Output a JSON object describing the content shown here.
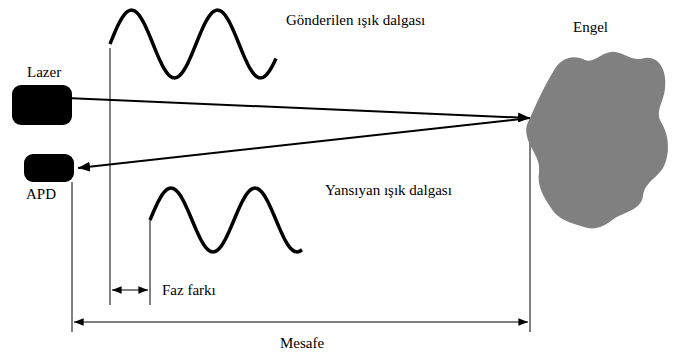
{
  "diagram": {
    "nodes": [
      {
        "text": [
          "Lazer"
        ]
      },
      {
        "text": [
          "Engel"
        ]
      },
      {
        "text": [
          "APD"
        ]
      }
    ],
    "edges": [
      {
        "from": 0,
        "to": 1,
        "arrow": "to"
      },
      {
        "from": 1,
        "to": 2,
        "arrow": "to"
      }
    ],
    "labels": [
      "Gönderilen ışık dalgası",
      "Yansıyan ışık dalgası",
      "Faz farkı",
      "Mesafe"
    ]
  }
}
